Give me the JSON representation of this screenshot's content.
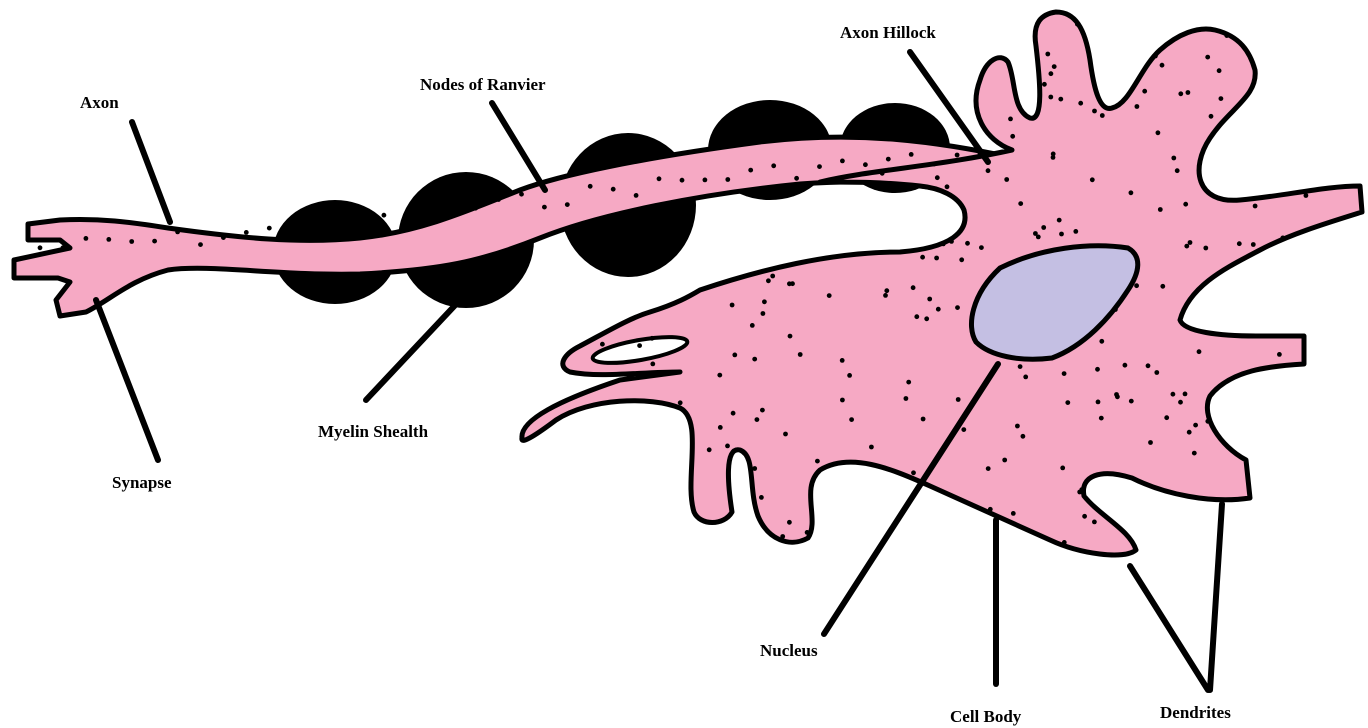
{
  "diagram": {
    "colors": {
      "cell": "#f6a9c4",
      "nucleus": "#c4bfe3",
      "myelin": "#000000",
      "outline": "#000000",
      "background": "#ffffff"
    },
    "labels": {
      "axon": "Axon",
      "nodes_of_ranvier": "Nodes of Ranvier",
      "axon_hillock": "Axon Hillock",
      "myelin_sheath": "Myelin Shealth",
      "synapse": "Synapse",
      "nucleus": "Nucleus",
      "cell_body": "Cell Body",
      "dendrites": "Dendrites"
    }
  }
}
